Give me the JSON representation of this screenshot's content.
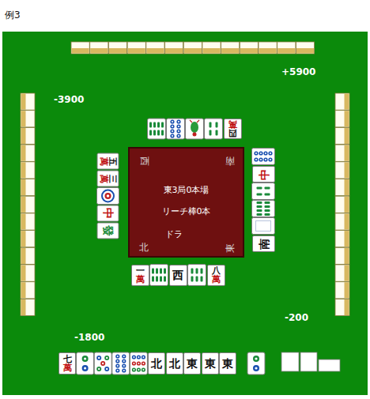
{
  "diagram": {
    "title": "例3",
    "nodes": [
      {
        "text": [
          "四萬"
        ]
      },
      {
        "text": [
          "五萬"
        ]
      },
      {
        "text": [
          "三萬"
        ]
      },
      {
        "text": [
          "中"
        ]
      },
      {
        "text": [
          "發"
        ]
      },
      {
        "text": [
          "西",
          "南",
          "東3局0本場",
          "リーチ棒0本",
          "ドラ",
          "北",
          "東"
        ]
      },
      {
        "text": [
          "中"
        ]
      },
      {
        "text": [
          "南"
        ]
      },
      {
        "text": [
          "一萬"
        ]
      },
      {
        "text": [
          "西"
        ]
      },
      {
        "text": [
          "八萬"
        ]
      },
      {
        "text": [
          "七萬"
        ]
      },
      {
        "text": [
          "北"
        ]
      },
      {
        "text": [
          "北"
        ]
      },
      {
        "text": [
          "東"
        ]
      },
      {
        "text": [
          "東"
        ]
      },
      {
        "text": [
          "東"
        ]
      }
    ],
    "labels": [
      "+5900",
      "-3900",
      "-200",
      "-1800"
    ]
  }
}
